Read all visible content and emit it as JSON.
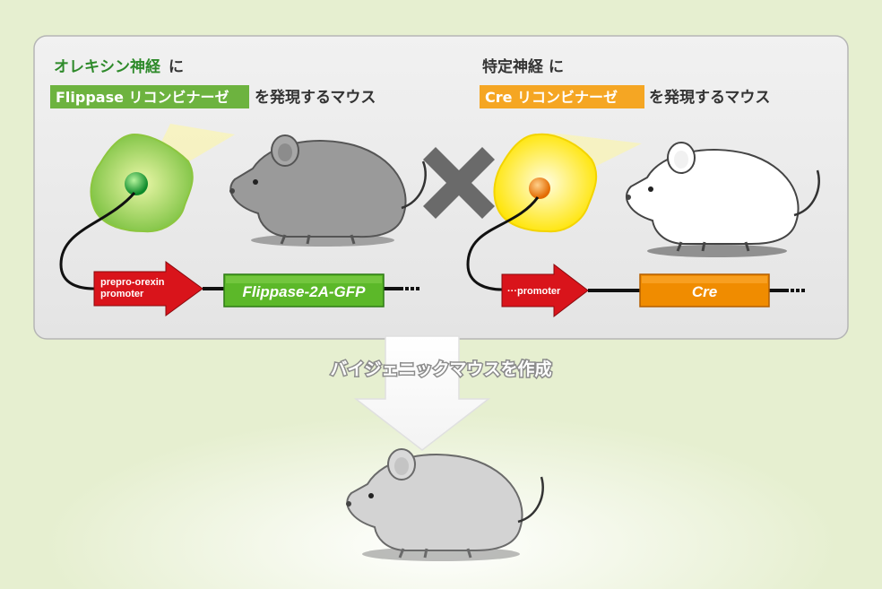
{
  "left_panel": {
    "title_line1": "オレキシン神経",
    "title_line1_suffix": "に",
    "title_highlight": "Flippase リコンビナーゼ",
    "title_line2_suffix": "を発現するマウス",
    "promoter_line1": "prepro-orexin",
    "promoter_line2": "promoter",
    "gene": "Flippase-2A-GFP"
  },
  "cross_symbol": "×",
  "right_panel": {
    "title_line1": "特定神経",
    "title_line1_suffix": "に",
    "title_highlight": "Cre リコンビナーゼ",
    "title_line2_suffix": "を発現するマウス",
    "promoter": "···promoter",
    "gene": "Cre"
  },
  "result_label": "バイジェニックマウスを作成",
  "colors": {
    "background": "#e6efd0",
    "panel": "#e9e9e9",
    "title_green": "#2e8a2a",
    "highlight_green": "#6db33f",
    "highlight_orange": "#f5a623",
    "promoter_red": "#d9141b",
    "gene_green": "#5cb829",
    "gene_orange": "#f08c00",
    "mouse_grey": "#9a9a9a",
    "mouse_white": "#ffffff",
    "result_mouse": "#cfcfcf"
  }
}
